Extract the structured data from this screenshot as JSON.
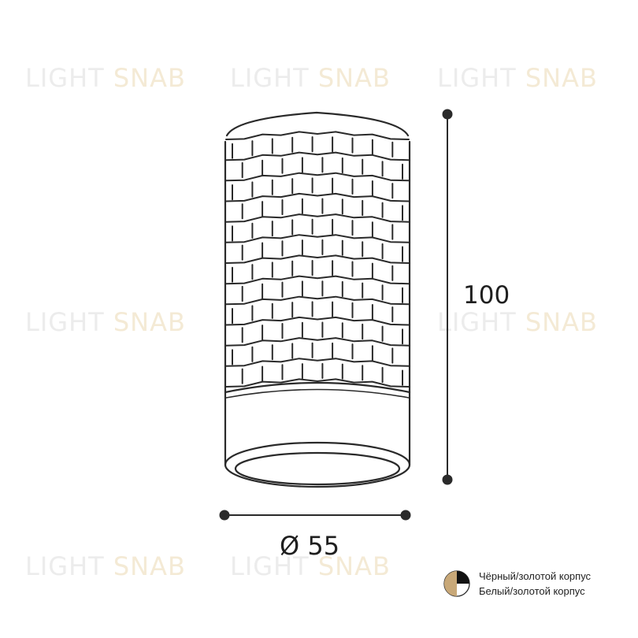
{
  "watermark": {
    "word1": "LIGHT",
    "word2": "SNAB"
  },
  "dimensions": {
    "height_label": "100",
    "diameter_label": "Ø 55"
  },
  "legend": [
    {
      "label": "Чёрный/золотой корпус",
      "colors": [
        "#111111",
        "#c8a878"
      ]
    },
    {
      "label": "Белый/золотой корпус",
      "colors": [
        "#ffffff",
        "#c8a878"
      ]
    }
  ],
  "colors": {
    "line": "#2a2a2a",
    "gold": "#c8a878",
    "watermark": "#ececec"
  }
}
